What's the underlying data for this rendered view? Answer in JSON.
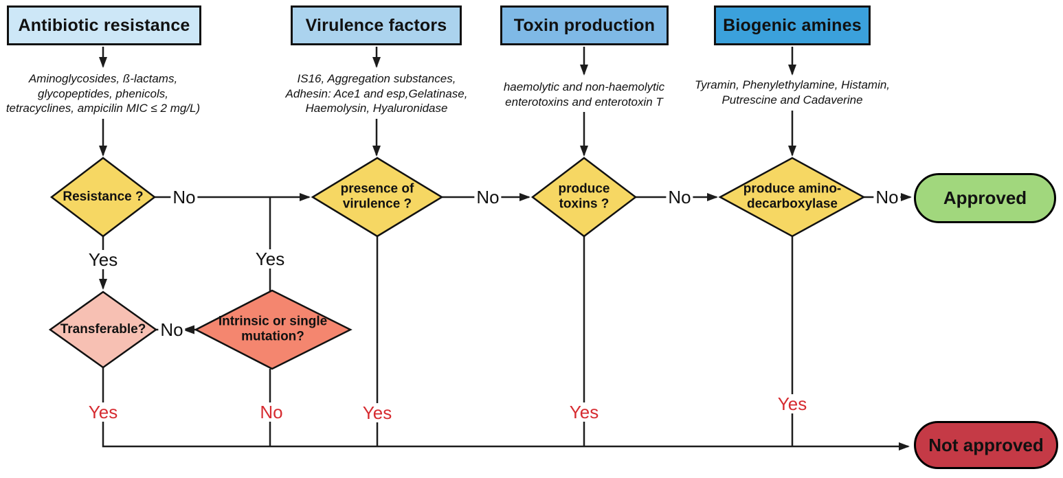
{
  "figure": {
    "type": "flowchart",
    "description": "Strain safety evaluation flowchart"
  },
  "colors": {
    "header_fills": [
      "#cde7f7",
      "#abd3ee",
      "#7fb9e6",
      "#3ba1dc"
    ],
    "decision_fill": "#f6d763",
    "transferable_fill": "#f7c0b3",
    "intrinsic_fill": "#f4866f",
    "approved_fill": "#a1d77d",
    "not_approved_fill": "#c53a46",
    "fail_label_color": "#d62b30",
    "line_color": "#1c1c1c"
  },
  "columns": [
    {
      "header": "Antibiotic resistance",
      "details": "Aminoglycosides, ß-lactams,\nglycopeptides, phenicols,\ntetracyclines, ampicilin MIC ≤ 2 mg/L)",
      "decision": "Resistance ?",
      "no_label": "No"
    },
    {
      "header": "Virulence factors",
      "details": "IS16, Aggregation substances,\nAdhesin: Ace1 and esp,Gelatinase,\nHaemolysin, Hyaluronidase",
      "decision": "presence of\nvirulence ?",
      "no_label": "No",
      "fail_label": "Yes"
    },
    {
      "header": "Toxin production",
      "details": "haemolytic and non-haemolytic\nenterotoxins and enterotoxin T",
      "decision": "produce\ntoxins ?",
      "no_label": "No",
      "fail_label": "Yes"
    },
    {
      "header": "Biogenic amines",
      "details": "Tyramin, Phenylethylamine, Histamin,\nPutrescine and Cadaverine",
      "decision": "produce amino-\ndecarboxylase",
      "no_label": "No",
      "fail_label": "Yes"
    }
  ],
  "resistance_branch": {
    "yes_label": "Yes",
    "transferable": {
      "decision": "Transferable?",
      "no_label": "No",
      "fail_label": "Yes"
    },
    "intrinsic": {
      "decision": "Intrinsic or single\nmutation?",
      "yes_label": "Yes",
      "fail_label": "No"
    }
  },
  "outcomes": {
    "approved": "Approved",
    "not_approved": "Not approved"
  }
}
